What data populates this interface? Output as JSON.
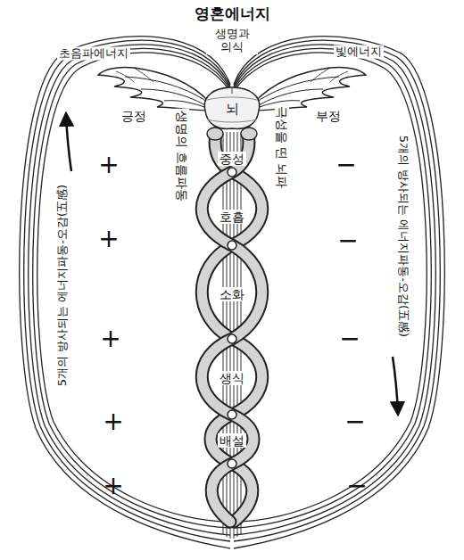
{
  "diagram": {
    "nodes": [
      {
        "text": [
          "뇌"
        ]
      }
    ],
    "labels": [
      "영혼에너지",
      "생명과 의식",
      "초음파에너지",
      "빛에너지",
      "긍정",
      "부정",
      "중성",
      "호흡",
      "소화",
      "생식",
      "배설",
      "+",
      "+",
      "+",
      "+",
      "+",
      "−",
      "−",
      "−",
      "−",
      "−",
      "생명의 흐름파동",
      "극성을 띤 뇌파",
      "5개의 방사되는 에너지파동-오감(五感)",
      "5개의 방사되는 에너지파동-오감(五感)"
    ]
  }
}
